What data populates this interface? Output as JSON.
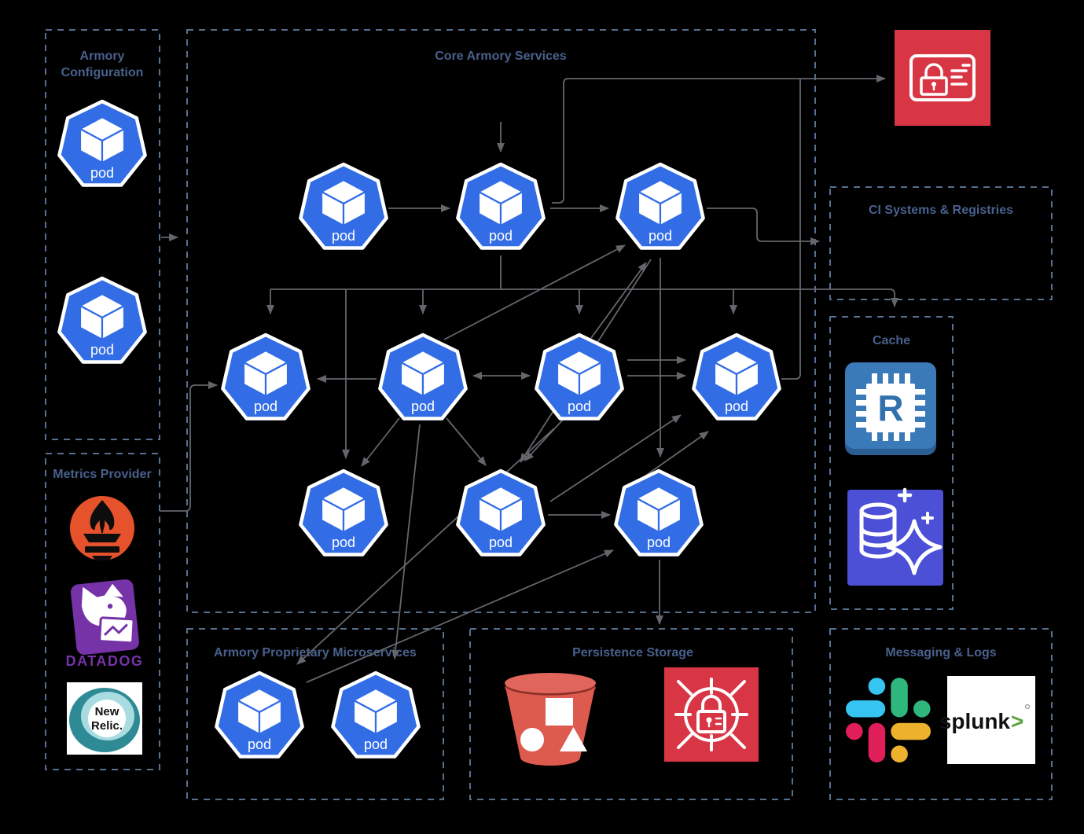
{
  "groups": {
    "armory_configuration": {
      "title_line1": "Armory",
      "title_line2": "Configuration"
    },
    "core_armory_services": {
      "title": "Core Armory Services"
    },
    "metrics_provider": {
      "title": "Metrics Provider"
    },
    "armory_proprietary_microservices": {
      "title": "Armory Proprietary Microservices"
    },
    "persistence_storage": {
      "title": "Persistence Storage"
    },
    "ci_systems_registries": {
      "title": "CI Systems & Registries"
    },
    "cache": {
      "title": "Cache"
    },
    "messaging_logs": {
      "title": "Messaging & Logs"
    }
  },
  "node_labels": {
    "pod": "pod"
  },
  "logo_text": {
    "redis_letter": "R",
    "datadog": "DATADOG",
    "new_relic_line1": "New",
    "new_relic_line2": "Relic.",
    "splunk_name": "splunk",
    "splunk_chevron": ">"
  },
  "icons": {
    "kubernetes_pod": {
      "color": "#326de6"
    },
    "credentials_card": {
      "color": "#D93645"
    },
    "s3_bucket": {
      "color": "#DD5A4F"
    },
    "secrets_manager": {
      "color": "#D93645"
    },
    "redis_chip": {
      "color": "#3B7AB8"
    },
    "elasticache": {
      "color": "#4B50D6"
    },
    "prometheus": {
      "color": "#E6522C"
    },
    "datadog": {
      "color": "#7633A8"
    },
    "new_relic": {
      "color": "#2E8B96"
    },
    "slack": {
      "colors": [
        "#36C5F0",
        "#2EB67D",
        "#ECB22E",
        "#E01E5A"
      ]
    },
    "splunk": {
      "color": "#5CA33E"
    }
  },
  "colors": {
    "background": "#000000",
    "box_border": "#56708F",
    "group_title": "#49608C",
    "connector": "#63666B"
  }
}
